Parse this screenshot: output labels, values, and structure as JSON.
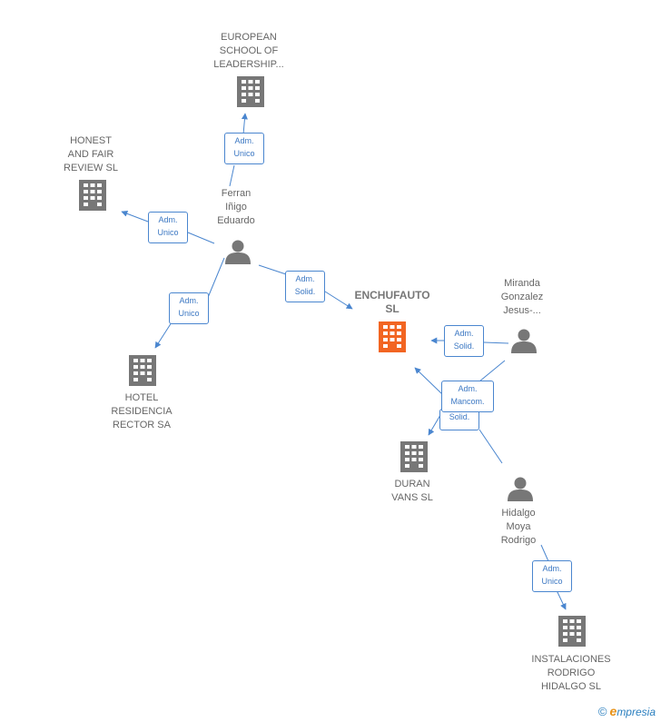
{
  "nodes": {
    "enchufauto": {
      "lines": [
        "ENCHUFAUTO",
        "SL"
      ],
      "type": "company",
      "color": "#f26522"
    },
    "european": {
      "lines": [
        "EUROPEAN",
        "SCHOOL OF",
        "LEADERSHIP..."
      ],
      "type": "company",
      "color": "#777777"
    },
    "honest": {
      "lines": [
        "HONEST",
        "AND FAIR",
        "REVIEW  SL"
      ],
      "type": "company",
      "color": "#777777"
    },
    "hotel": {
      "lines": [
        "HOTEL",
        "RESIDENCIA",
        "RECTOR SA"
      ],
      "type": "company",
      "color": "#777777"
    },
    "duran": {
      "lines": [
        "DURAN",
        "VANS  SL"
      ],
      "type": "company",
      "color": "#777777"
    },
    "instalaciones": {
      "lines": [
        "INSTALACIONES",
        "RODRIGO",
        "HIDALGO SL"
      ],
      "type": "company",
      "color": "#777777"
    },
    "ferran": {
      "lines": [
        "Ferran",
        "Iñigo",
        "Eduardo"
      ],
      "type": "person",
      "color": "#777777"
    },
    "miranda": {
      "lines": [
        "Miranda",
        "Gonzalez",
        "Jesus-..."
      ],
      "type": "person",
      "color": "#777777"
    },
    "hidalgo": {
      "lines": [
        "Hidalgo",
        "Moya",
        "Rodrigo"
      ],
      "type": "person",
      "color": "#777777"
    }
  },
  "edges": {
    "ferran_european": {
      "lines": [
        "Adm.",
        "Unico"
      ]
    },
    "ferran_honest": {
      "lines": [
        "Adm.",
        "Unico"
      ]
    },
    "ferran_hotel": {
      "lines": [
        "Adm.",
        "Unico"
      ]
    },
    "ferran_enchufauto": {
      "lines": [
        "Adm.",
        "Solid."
      ]
    },
    "miranda_enchufauto": {
      "lines": [
        "Adm.",
        "Solid."
      ]
    },
    "miranda_duran": {
      "lines": [
        "Solid."
      ]
    },
    "hidalgo_enchufauto_mancom": {
      "lines": [
        "Adm.",
        "Mancom."
      ]
    },
    "hidalgo_instalaciones": {
      "lines": [
        "Adm.",
        "Unico"
      ]
    }
  },
  "colors": {
    "edge": "#4a86cf",
    "icon": "#777777",
    "focus": "#f26522"
  },
  "credit": {
    "symbol": "©",
    "brand_initial": "e",
    "brand_rest": "mpresia"
  }
}
